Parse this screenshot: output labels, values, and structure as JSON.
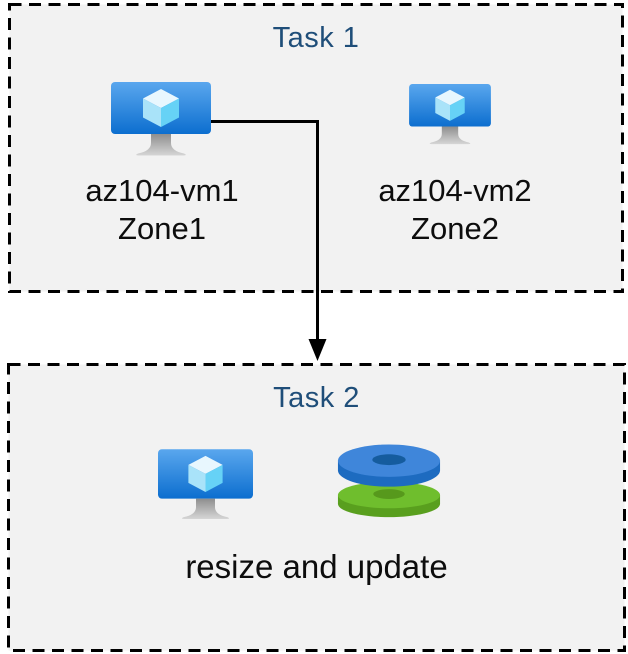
{
  "diagram": {
    "task1": {
      "title": "Task 1",
      "vms": [
        {
          "name": "az104-vm1",
          "zone": "Zone1"
        },
        {
          "name": "az104-vm2",
          "zone": "Zone2"
        }
      ]
    },
    "task2": {
      "title": "Task 2",
      "caption": "resize and update"
    },
    "icon_names": {
      "vm": "azure-vm-icon",
      "disks": "managed-disks-icon",
      "arrow": "connector-arrow"
    },
    "colors": {
      "box_background": "#f2f2f2",
      "box_border": "#000000",
      "title_text": "#1f4e79",
      "label_text": "#0d0d0d",
      "arrow": "#000000",
      "monitor_gradient_top": "#5aa7ee",
      "monitor_gradient_bottom": "#0c6ecf",
      "cube_top": "#e8f7fe",
      "cube_left": "#a9e3f9",
      "cube_right": "#66d2f6",
      "stand_gray_top": "#8e8e8e",
      "stand_gray_bottom": "#d6d6d6",
      "disk_blue_top": "#3f86da",
      "disk_blue_rim": "#1d6bc0",
      "disk_blue_hole": "#155c9e",
      "disk_green_top": "#6fbe2d",
      "disk_green_rim": "#599f1e",
      "disk_green_hole": "#57991c"
    }
  }
}
